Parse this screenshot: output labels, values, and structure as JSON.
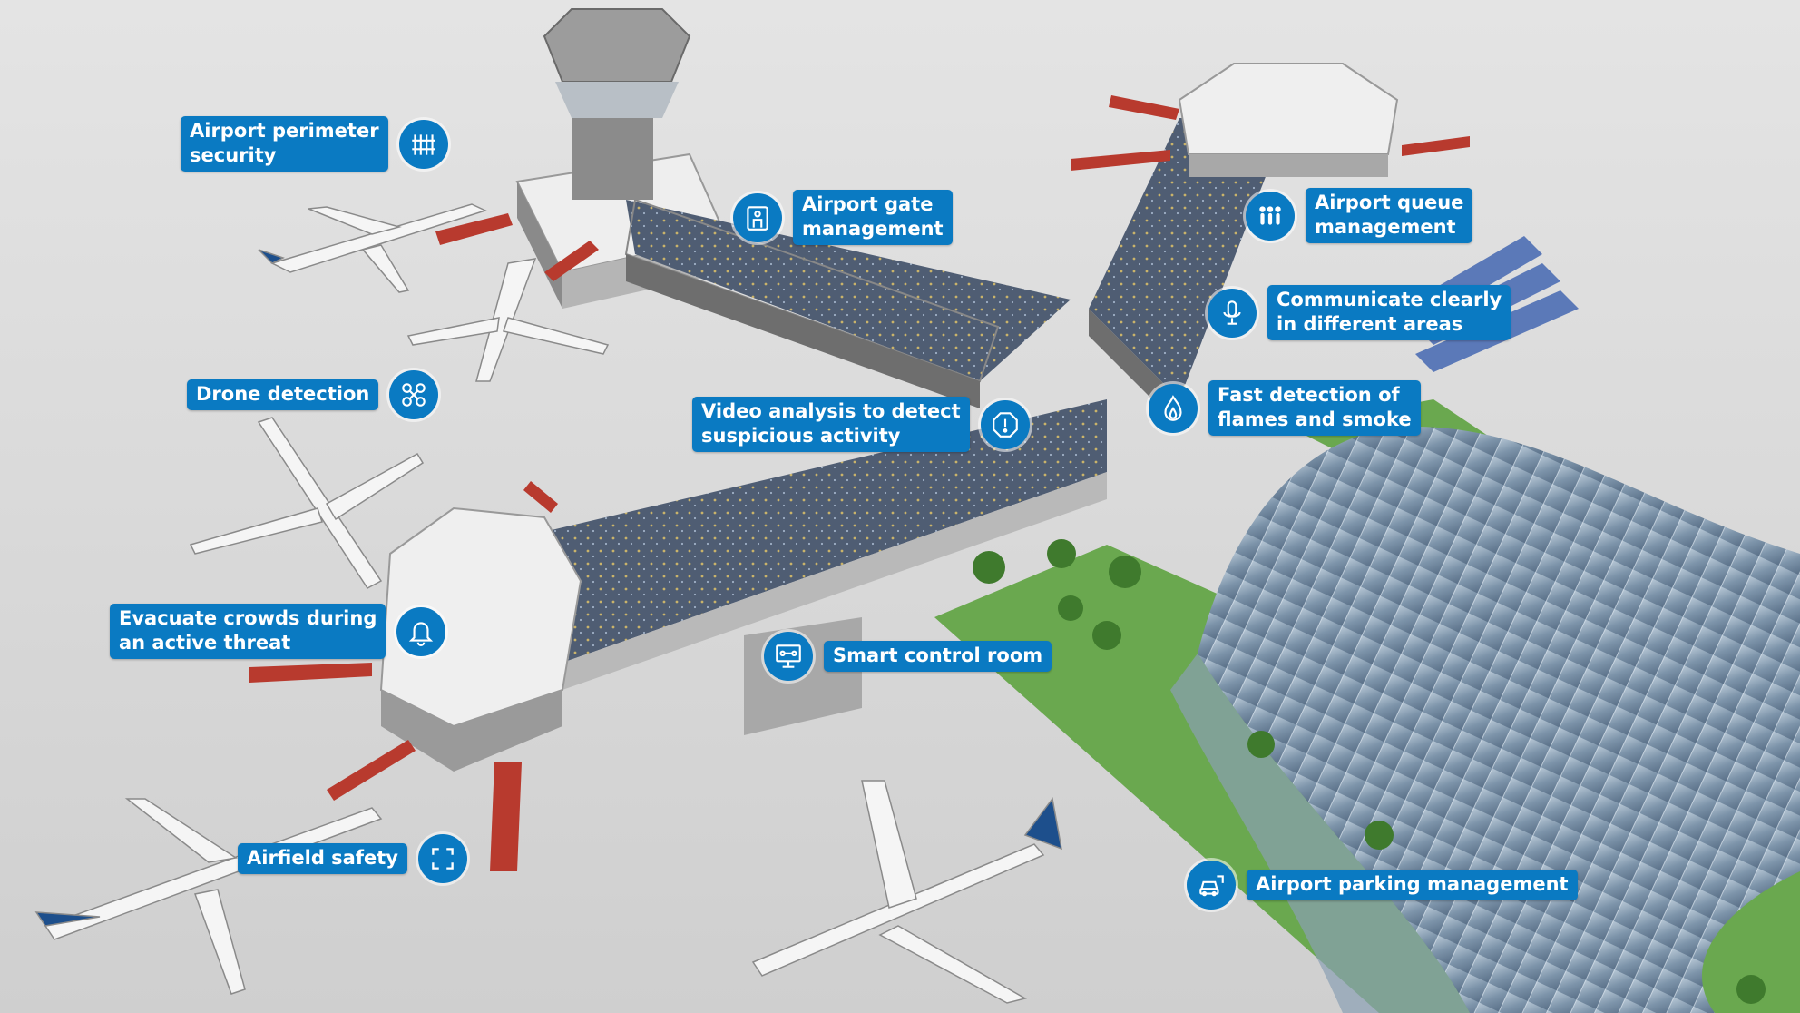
{
  "accent_color": "#0a7ac2",
  "callouts": [
    {
      "id": "perimeter",
      "label": "Airport perimeter\nsecurity",
      "icon": "fence-icon"
    },
    {
      "id": "gate",
      "label": "Airport gate\nmanagement",
      "icon": "gate-scanner-icon"
    },
    {
      "id": "queue",
      "label": "Airport queue\nmanagement",
      "icon": "people-queue-icon"
    },
    {
      "id": "communicate",
      "label": "Communicate clearly\nin different areas",
      "icon": "microphone-icon"
    },
    {
      "id": "drone",
      "label": "Drone detection",
      "icon": "drone-icon"
    },
    {
      "id": "video",
      "label": "Video analysis to detect\nsuspicious activity",
      "icon": "alert-shield-icon"
    },
    {
      "id": "flames",
      "label": "Fast detection of\nflames and smoke",
      "icon": "flame-icon"
    },
    {
      "id": "evacuate",
      "label": "Evacuate crowds during\nan active threat",
      "icon": "bell-icon"
    },
    {
      "id": "control",
      "label": "Smart control room",
      "icon": "monitor-network-icon"
    },
    {
      "id": "airfield",
      "label": "Airfield safety",
      "icon": "frame-corners-icon"
    },
    {
      "id": "parking",
      "label": "Airport parking management",
      "icon": "car-parking-icon"
    }
  ]
}
